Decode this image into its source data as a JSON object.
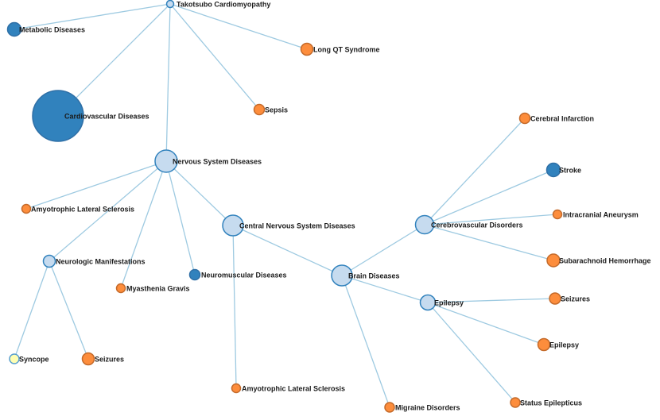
{
  "colors": {
    "edge": "#9ecae1",
    "category_fill": "#3182bd",
    "category_stroke": "#2f6fa6",
    "branch_fill": "#c6dbef",
    "branch_stroke": "#3182bd",
    "leaf_fill": "#fd8d3c",
    "leaf_stroke": "#c46a2a",
    "special_fill": "#ffffb3",
    "special_stroke": "#5aa0cf"
  },
  "nodes": [
    {
      "id": "takotsubo",
      "label": "Takotsubo Cardiomyopathy",
      "kind": "branch"
    },
    {
      "id": "metabolic",
      "label": "Metabolic Diseases",
      "kind": "category"
    },
    {
      "id": "longqt",
      "label": "Long QT Syndrome",
      "kind": "leaf"
    },
    {
      "id": "cardio",
      "label": "Cardiovascular Diseases",
      "kind": "category"
    },
    {
      "id": "sepsis",
      "label": "Sepsis",
      "kind": "leaf"
    },
    {
      "id": "nervous",
      "label": "Nervous System Diseases",
      "kind": "branch"
    },
    {
      "id": "als1",
      "label": "Amyotrophic Lateral Sclerosis",
      "kind": "leaf"
    },
    {
      "id": "cns",
      "label": "Central Nervous System Diseases",
      "kind": "branch"
    },
    {
      "id": "neurologic",
      "label": "Neurologic Manifestations",
      "kind": "branch"
    },
    {
      "id": "myasthenia",
      "label": "Myasthenia Gravis",
      "kind": "leaf"
    },
    {
      "id": "neuromuscular",
      "label": "Neuromuscular Diseases",
      "kind": "category"
    },
    {
      "id": "syncope",
      "label": "Syncope",
      "kind": "special"
    },
    {
      "id": "seizures1",
      "label": "Seizures",
      "kind": "leaf"
    },
    {
      "id": "als2",
      "label": "Amyotrophic Lateral Sclerosis",
      "kind": "leaf"
    },
    {
      "id": "brain",
      "label": "Brain Diseases",
      "kind": "branch"
    },
    {
      "id": "cerebrovascular",
      "label": "Cerebrovascular Disorders",
      "kind": "branch"
    },
    {
      "id": "cerebral_infarction",
      "label": "Cerebral Infarction",
      "kind": "leaf"
    },
    {
      "id": "stroke",
      "label": "Stroke",
      "kind": "category"
    },
    {
      "id": "aneurysm",
      "label": "Intracranial Aneurysm",
      "kind": "leaf"
    },
    {
      "id": "subarachnoid",
      "label": "Subarachnoid Hemorrhage",
      "kind": "leaf"
    },
    {
      "id": "epilepsy_branch",
      "label": "Epilepsy",
      "kind": "branch"
    },
    {
      "id": "seizures2",
      "label": "Seizures",
      "kind": "leaf"
    },
    {
      "id": "epilepsy_leaf",
      "label": "Epilepsy",
      "kind": "leaf"
    },
    {
      "id": "status_epilepticus",
      "label": "Status Epilepticus",
      "kind": "leaf"
    },
    {
      "id": "migraine",
      "label": "Migraine Disorders",
      "kind": "leaf"
    }
  ],
  "edges": [
    [
      "takotsubo",
      "metabolic"
    ],
    [
      "takotsubo",
      "longqt"
    ],
    [
      "takotsubo",
      "cardio"
    ],
    [
      "takotsubo",
      "sepsis"
    ],
    [
      "takotsubo",
      "nervous"
    ],
    [
      "nervous",
      "als1"
    ],
    [
      "nervous",
      "cns"
    ],
    [
      "nervous",
      "neurologic"
    ],
    [
      "nervous",
      "myasthenia"
    ],
    [
      "nervous",
      "neuromuscular"
    ],
    [
      "neurologic",
      "syncope"
    ],
    [
      "neurologic",
      "seizures1"
    ],
    [
      "cns",
      "als2"
    ],
    [
      "cns",
      "brain"
    ],
    [
      "brain",
      "cerebrovascular"
    ],
    [
      "brain",
      "epilepsy_branch"
    ],
    [
      "brain",
      "migraine"
    ],
    [
      "cerebrovascular",
      "cerebral_infarction"
    ],
    [
      "cerebrovascular",
      "stroke"
    ],
    [
      "cerebrovascular",
      "aneurysm"
    ],
    [
      "cerebrovascular",
      "subarachnoid"
    ],
    [
      "epilepsy_branch",
      "seizures2"
    ],
    [
      "epilepsy_branch",
      "epilepsy_leaf"
    ],
    [
      "epilepsy_branch",
      "status_epilepticus"
    ]
  ]
}
